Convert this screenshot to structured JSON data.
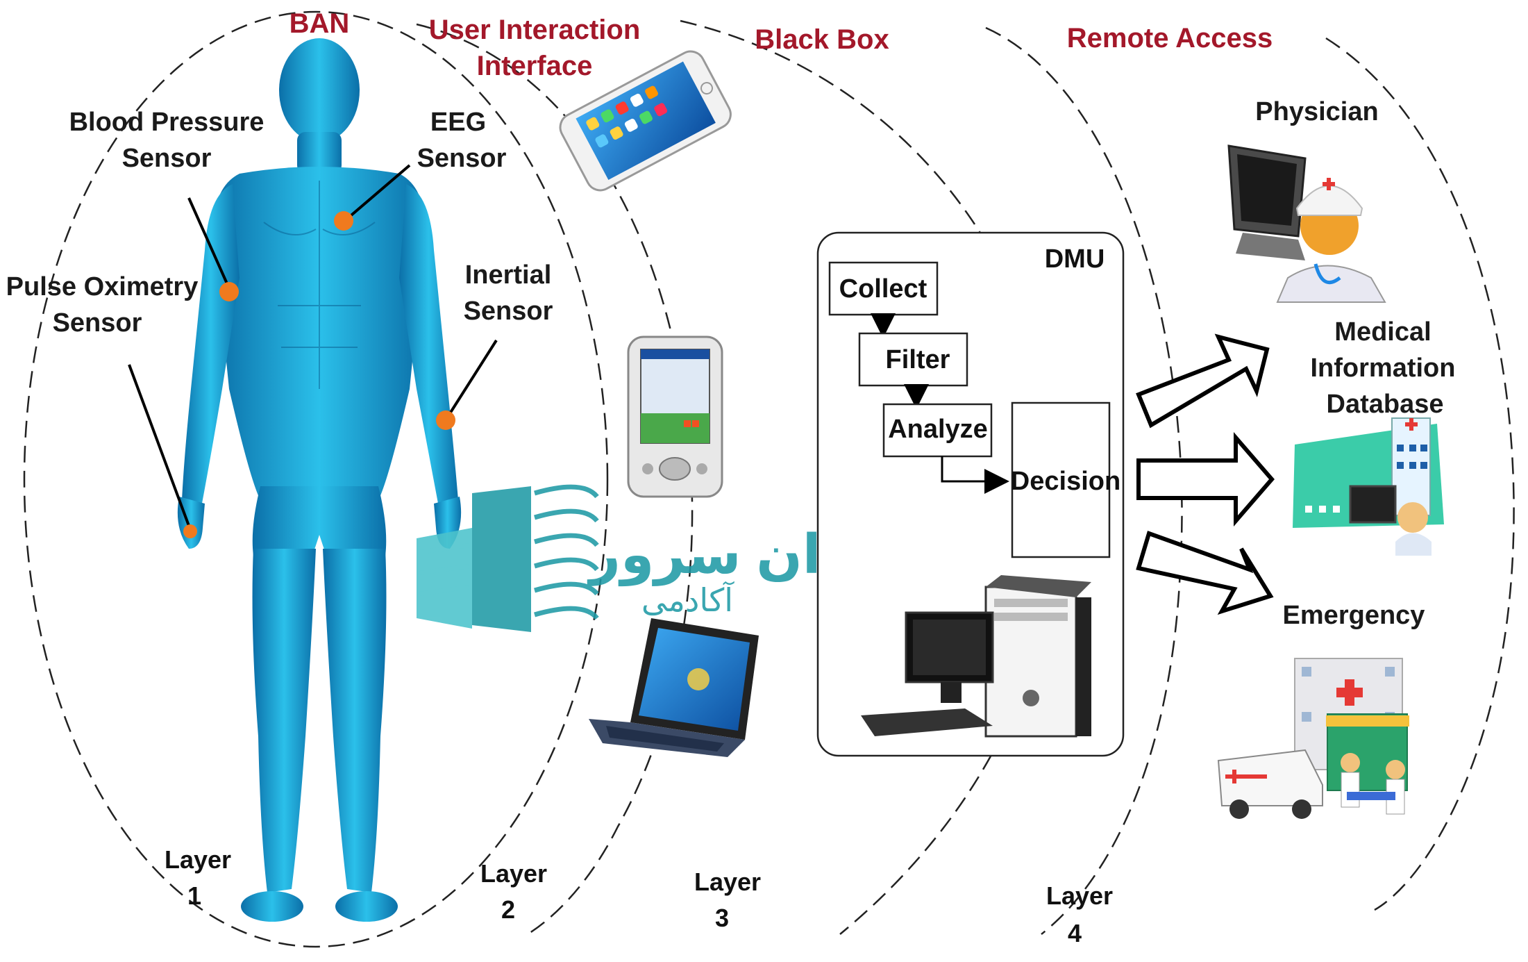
{
  "colors": {
    "title_red": "#a3182a",
    "body_blue": "#1aa3d6",
    "sensor_orange": "#f07a1e",
    "watermark_teal": "#1f9aa6",
    "text_dark": "#1a1a1a"
  },
  "regions": {
    "ban": "BAN",
    "user_interface_line1": "User Interaction",
    "user_interface_line2": "Interface",
    "black_box": "Black Box",
    "remote_access": "Remote Access"
  },
  "sensors": {
    "blood_pressure_line1": "Blood Pressure",
    "blood_pressure_line2": "Sensor",
    "eeg_line1": "EEG",
    "eeg_line2": "Sensor",
    "pulse_line1": "Pulse Oximetry",
    "pulse_line2": "Sensor",
    "inertial_line1": "Inertial",
    "inertial_line2": "Sensor"
  },
  "dmu": {
    "title": "DMU",
    "collect": "Collect",
    "filter": "Filter",
    "analyze": "Analyze",
    "decision": "Decision"
  },
  "remote": {
    "physician": "Physician",
    "db_line1": "Medical",
    "db_line2": "Information",
    "db_line3": "Database",
    "emergency": "Emergency"
  },
  "layers": {
    "label": "Layer",
    "n1": "1",
    "n2": "2",
    "n3": "3",
    "n4": "4"
  },
  "watermark": {
    "line1": "وان سرور",
    "line2": "آکادمی"
  },
  "icons": {
    "smartphone": "smartphone-icon",
    "pda": "pda-icon",
    "laptop": "laptop-icon",
    "desktop": "desktop-computer-icon",
    "physician": "physician-icon",
    "database": "medical-database-icon",
    "emergency": "ambulance-hospital-icon"
  }
}
